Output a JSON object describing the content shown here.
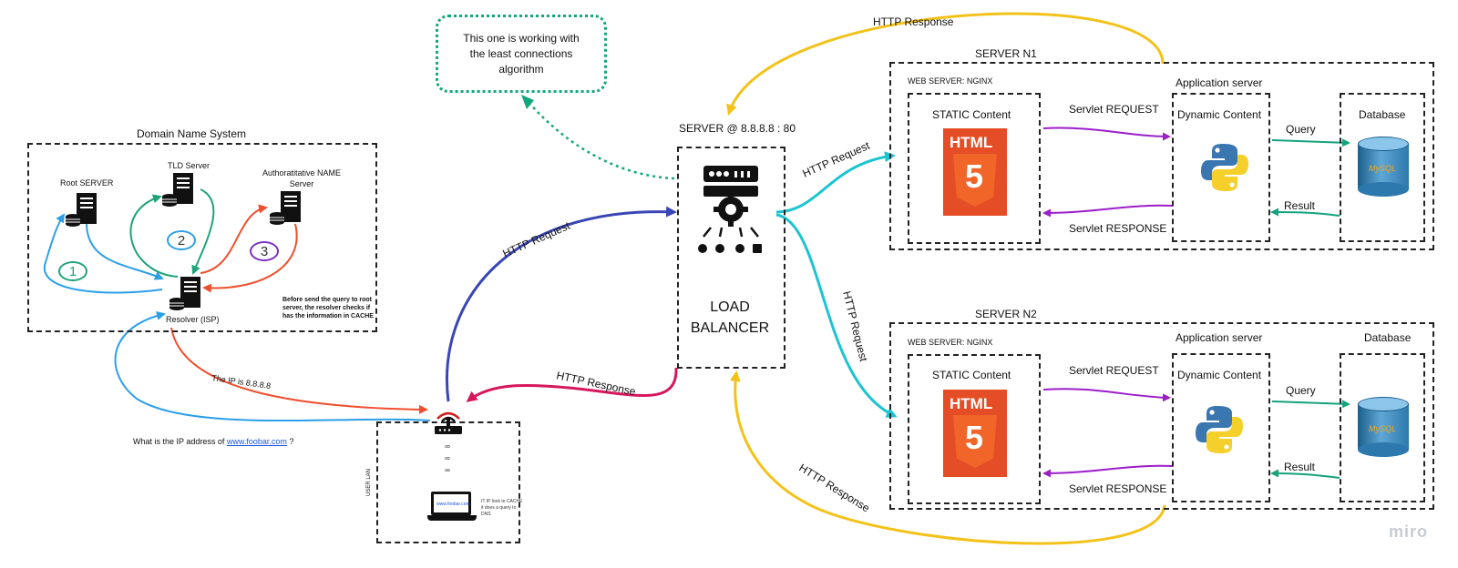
{
  "dns": {
    "title": "Domain Name System",
    "root_server": "Root SERVER",
    "tld_server": "TLD Server",
    "authoritative_line1": "Authoratitative NAME",
    "authoritative_line2": "Server",
    "resolver": "Resolver (ISP)",
    "cache_note_line1": "Before send the query to root",
    "cache_note_line2": "server, the resolver checks if",
    "cache_note_line3": "has the information in CACHE",
    "steps": [
      "1",
      "2",
      "3"
    ]
  },
  "question": {
    "prefix": "What is the IP address of ",
    "link": "www.foobar.com",
    "suffix": " ?"
  },
  "answer": "The IP is 8.8.8.8",
  "user_lan": {
    "label": "USER LAN",
    "screen_text": "www.foobar.com",
    "cache_note_line1": "IT IP look to CACHE",
    "cache_note_line2": "it does a query to",
    "cache_note_line3": "DNS"
  },
  "note": "This one is working with the least connections algorithm",
  "load_balancer": {
    "server_label": "SERVER @ 8.8.8.8 : 80",
    "line1": "LOAD",
    "line2": "BALANCER"
  },
  "arrows": {
    "http_request": "HTTP Request",
    "http_response": "HTTP Response"
  },
  "servers": [
    {
      "title": "SERVER N1",
      "web_server": "WEB SERVER: NGINX",
      "static": "STATIC Content",
      "app_server": "Application server",
      "dynamic": "Dynamic Content",
      "database": "Database",
      "servlet_request": "Servlet REQUEST",
      "servlet_response": "Servlet RESPONSE",
      "query": "Query",
      "result": "Result",
      "html_badge": "HTML",
      "html_number": "5",
      "db_logo": "MySQL"
    },
    {
      "title": "SERVER N2",
      "web_server": "WEB SERVER: NGINX",
      "static": "STATIC Content",
      "app_server": "Application server",
      "dynamic": "Dynamic Content",
      "database": "Database",
      "servlet_request": "Servlet REQUEST",
      "servlet_response": "Servlet RESPONSE",
      "query": "Query",
      "result": "Result",
      "html_badge": "HTML",
      "html_number": "5",
      "db_logo": "MySQL"
    }
  ],
  "watermark": "miro",
  "colors": {
    "dns_blue": "#2b9fe8",
    "dns_green": "#1fa37a",
    "dns_red": "#ee4f2e",
    "step3_purple": "#7b2fbf",
    "lb_request": "#3a46b5",
    "lb_response": "#d6175d",
    "server_request": "#1cc4cf",
    "server_response": "#f3c21a",
    "servlet": "#9b1fc9",
    "db_arrows": "#15a27d",
    "note_dotted": "#12a77d",
    "html5_orange": "#e44d26"
  }
}
